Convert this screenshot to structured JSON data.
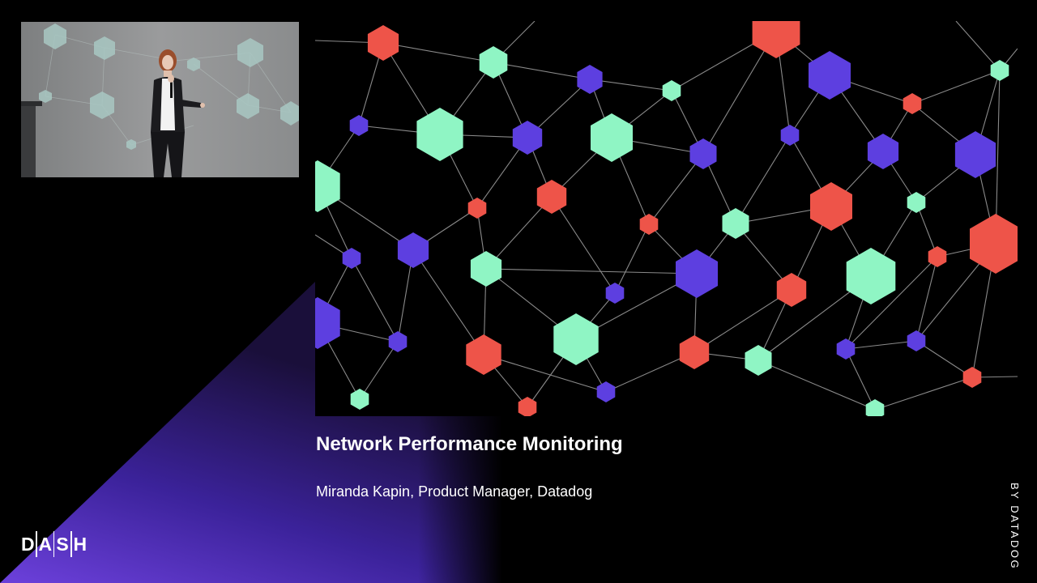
{
  "talk": {
    "title": "Network Performance Monitoring",
    "speaker": "Miranda Kapin, Product Manager, Datadog"
  },
  "branding": {
    "logo_letters": [
      "D",
      "A",
      "S",
      "H"
    ],
    "byline": "BY DATADOG"
  },
  "colors": {
    "background": "#000000",
    "mint": "#8ff5c4",
    "purple": "#5d3fe0",
    "coral": "#ee5449",
    "edge": "#8a8a8a",
    "wedge_top": "#1a0f3a",
    "wedge_bottom": "#6a3fd8"
  },
  "icons": {
    "network_graphic": "hexagon-network-graphic",
    "speaker_feed": "speaker-video-feed"
  }
}
